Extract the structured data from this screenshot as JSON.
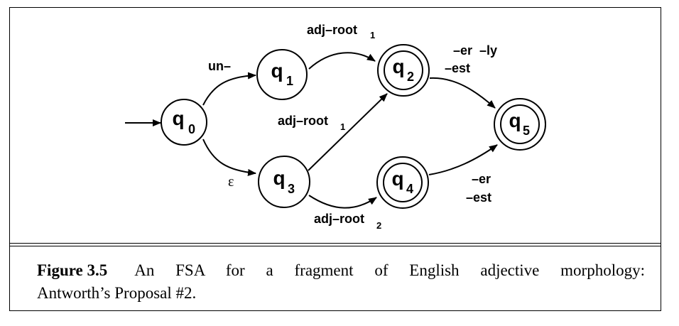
{
  "states": [
    {
      "id": "q0",
      "letter": "q",
      "sub": "0",
      "accepting": false,
      "start": true
    },
    {
      "id": "q1",
      "letter": "q",
      "sub": "1",
      "accepting": false
    },
    {
      "id": "q2",
      "letter": "q",
      "sub": "2",
      "accepting": true
    },
    {
      "id": "q3",
      "letter": "q",
      "sub": "3",
      "accepting": false
    },
    {
      "id": "q4",
      "letter": "q",
      "sub": "4",
      "accepting": true
    },
    {
      "id": "q5",
      "letter": "q",
      "sub": "5",
      "accepting": true
    }
  ],
  "edges": {
    "q0_q1": "un–",
    "q0_q3": "ε",
    "q1_q2": {
      "text": "adj–root",
      "sub": "1"
    },
    "q3_q2": {
      "text": "adj–root",
      "sub": "1"
    },
    "q3_q4": {
      "text": "adj–root",
      "sub": "2"
    },
    "q2_q5": {
      "line1": "–er  –ly",
      "line2": "–est"
    },
    "q4_q5": {
      "line1": "–er",
      "line2": "–est"
    }
  },
  "caption": {
    "label": "Figure 3.5",
    "text_line1": "An FSA for a fragment of English adjective morphology:",
    "text_line2": "Antworth’s Proposal #2."
  }
}
